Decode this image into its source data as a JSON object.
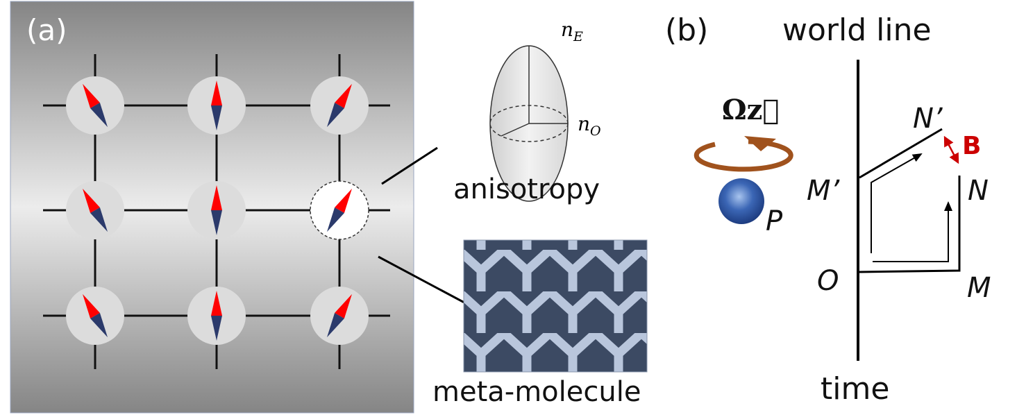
{
  "panel_a": {
    "label": "(a)",
    "anisotropy": {
      "label": "anisotropy",
      "axis_e": "n",
      "axis_e_sub": "E",
      "axis_o": "n",
      "axis_o_sub": "O"
    },
    "meta_molecule": {
      "label": "meta-molecule"
    },
    "compass_angles_deg": [
      [
        -30,
        0,
        30
      ],
      [
        -30,
        0,
        30
      ],
      [
        -30,
        0,
        30
      ]
    ],
    "colors": {
      "needle_north": "#ff0000",
      "needle_south": "#2b3a6b",
      "site": "#dcdcdc"
    }
  },
  "panel_b": {
    "label": "(b)",
    "world_line_label": "world line",
    "time_label": "time",
    "rotation_label": "Ωz⃗",
    "particle_label": "P",
    "points": {
      "O": "O",
      "M": "M",
      "N": "N",
      "M_prime": "M’",
      "N_prime": "N’"
    },
    "gap_label": "B",
    "colors": {
      "gap": "#cc0000",
      "ring": "#a0521d",
      "particle": "#2f5aa8"
    }
  }
}
